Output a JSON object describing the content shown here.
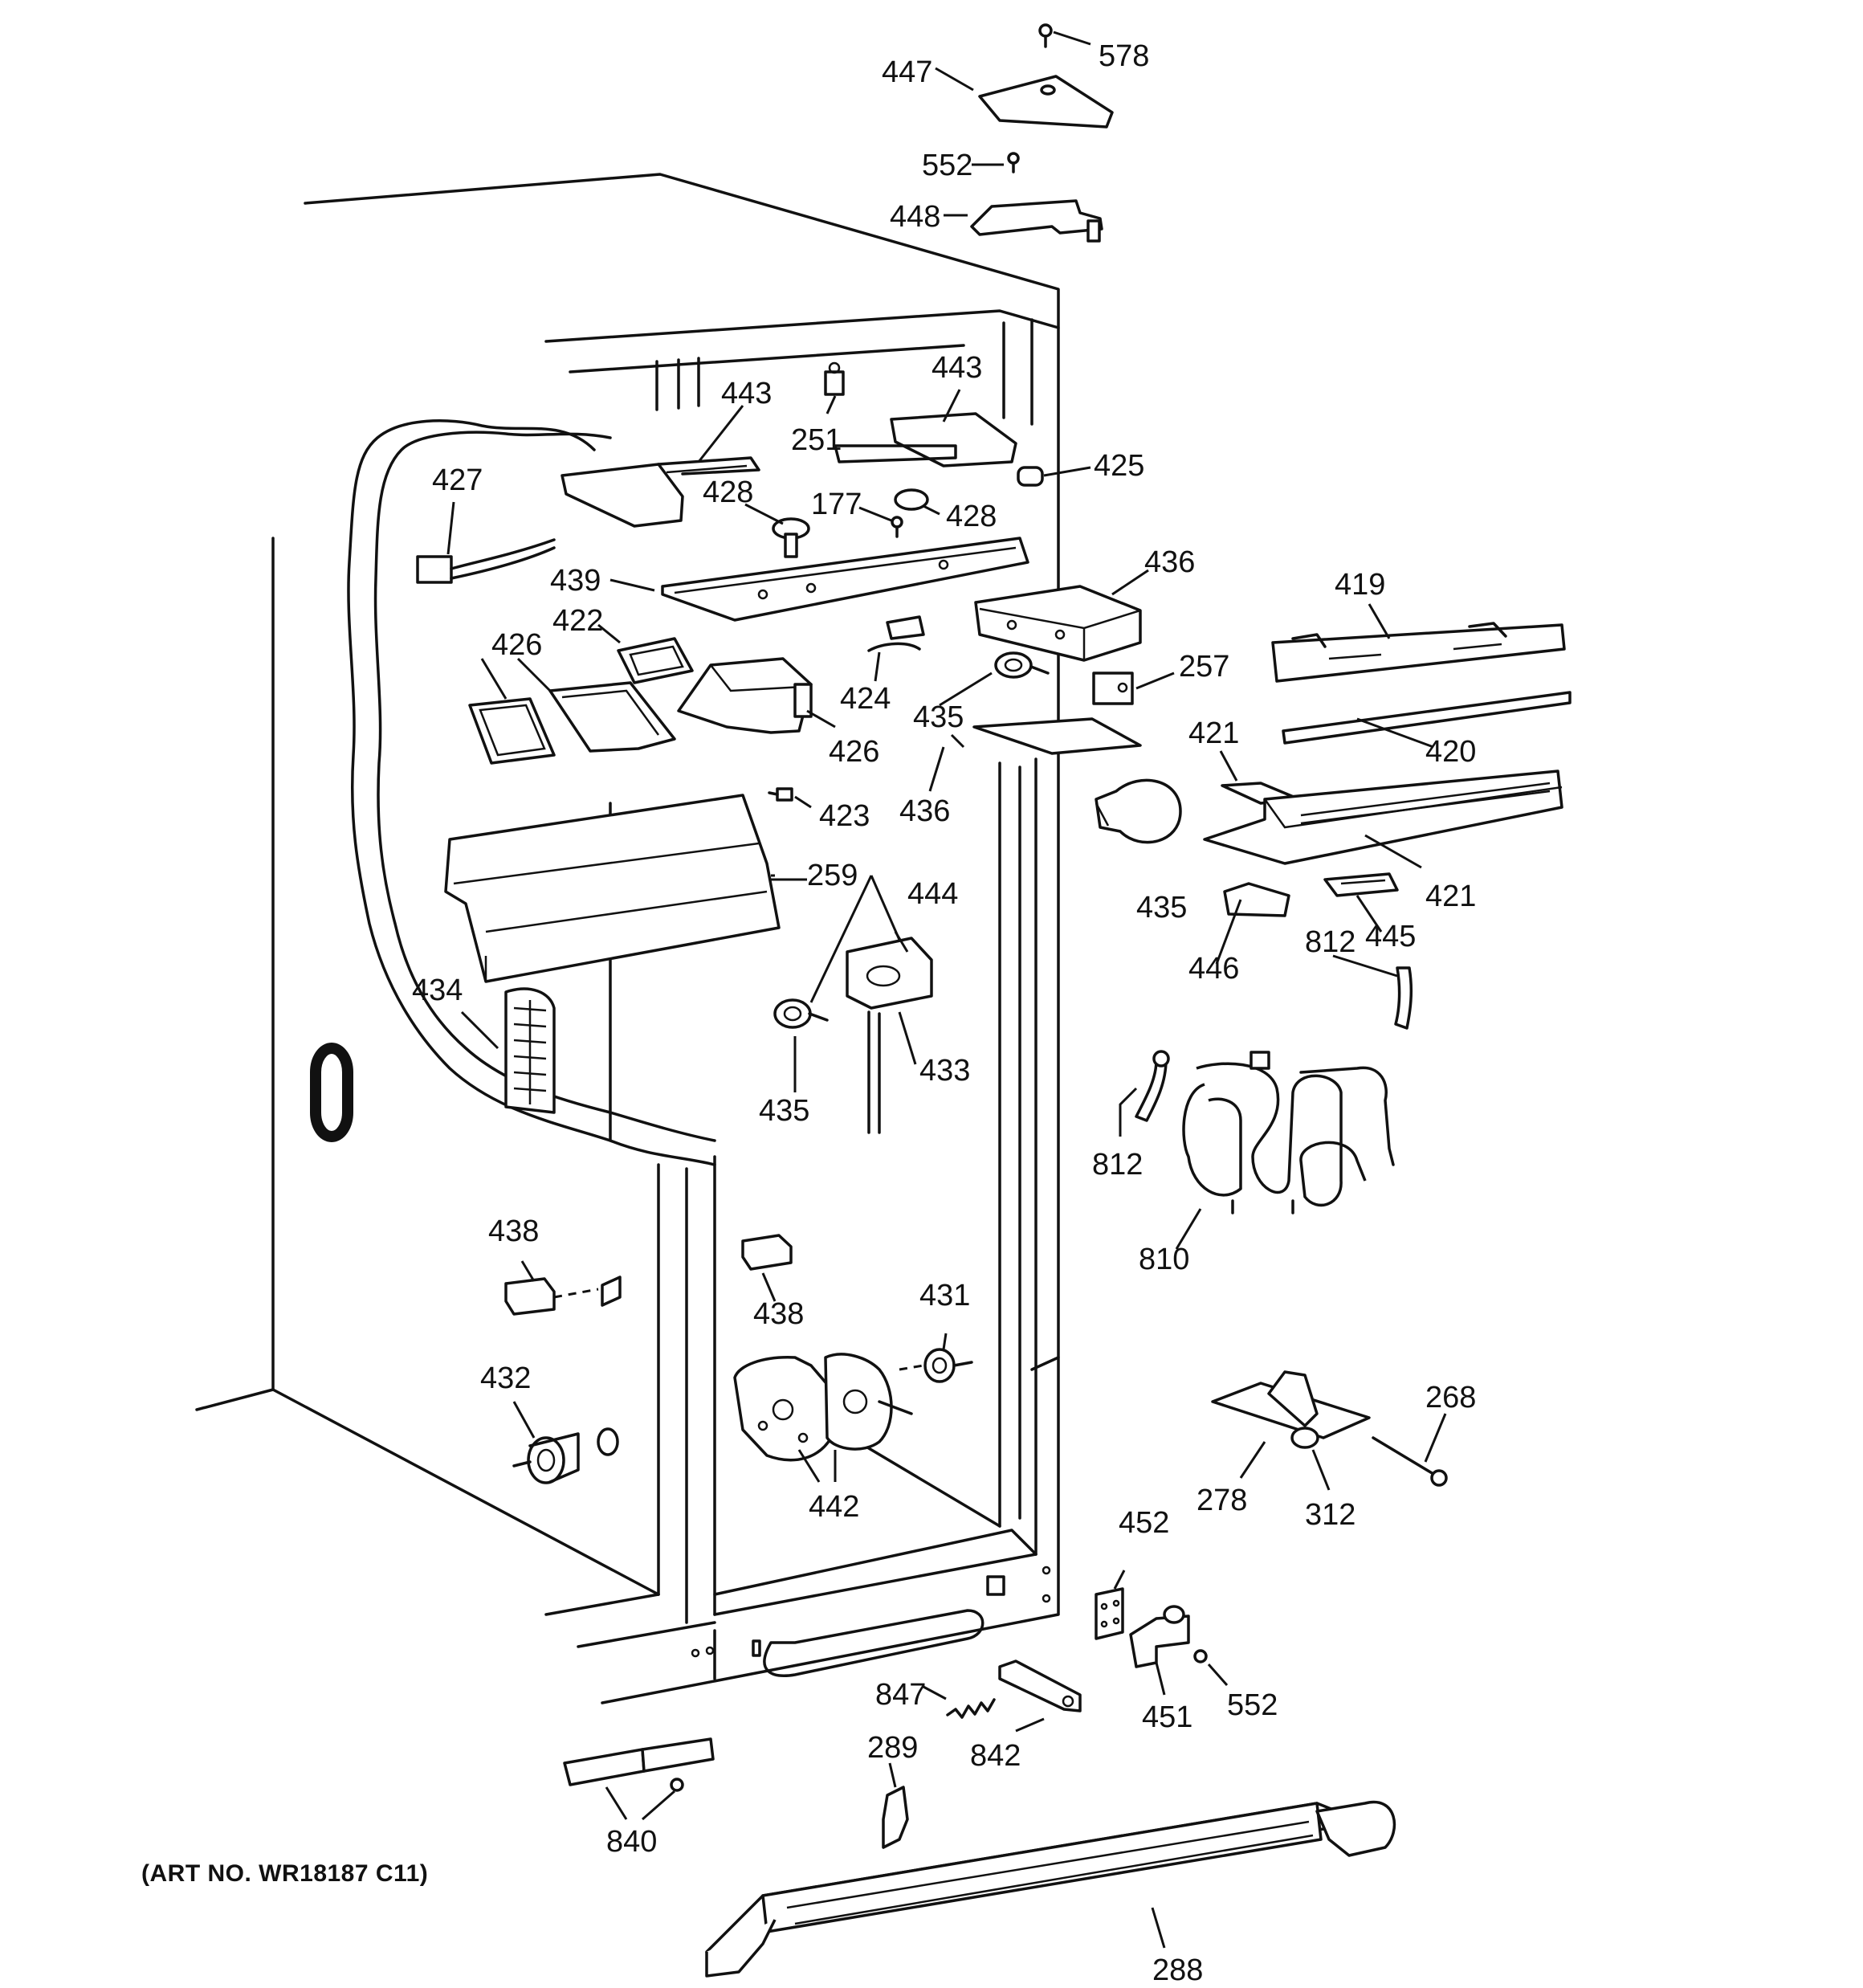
{
  "art_number": "(ART NO. WR18187 C11)",
  "part_labels": {
    "p578": "578",
    "p447": "447",
    "p552a": "552",
    "p448": "448",
    "p443a": "443",
    "p443b": "443",
    "p251": "251",
    "p425": "425",
    "p427": "427",
    "p428a": "428",
    "p428b": "428",
    "p177": "177",
    "p436a": "436",
    "p436b": "436",
    "p439": "439",
    "p422": "422",
    "p426a": "426",
    "p426b": "426",
    "p424": "424",
    "p435a": "435",
    "p435b": "435",
    "p435c": "435",
    "p257": "257",
    "p419": "419",
    "p420": "420",
    "p421a": "421",
    "p421b": "421",
    "p423": "423",
    "p259": "259",
    "p444": "444",
    "p433": "433",
    "p434": "434",
    "p446": "446",
    "p445": "445",
    "p812a": "812",
    "p812b": "812",
    "p810": "810",
    "p438a": "438",
    "p438b": "438",
    "p431": "431",
    "p432": "432",
    "p442": "442",
    "p268": "268",
    "p278": "278",
    "p312": "312",
    "p452": "452",
    "p847": "847",
    "p842": "842",
    "p451": "451",
    "p552b": "552",
    "p289": "289",
    "p840": "840",
    "p288": "288"
  }
}
